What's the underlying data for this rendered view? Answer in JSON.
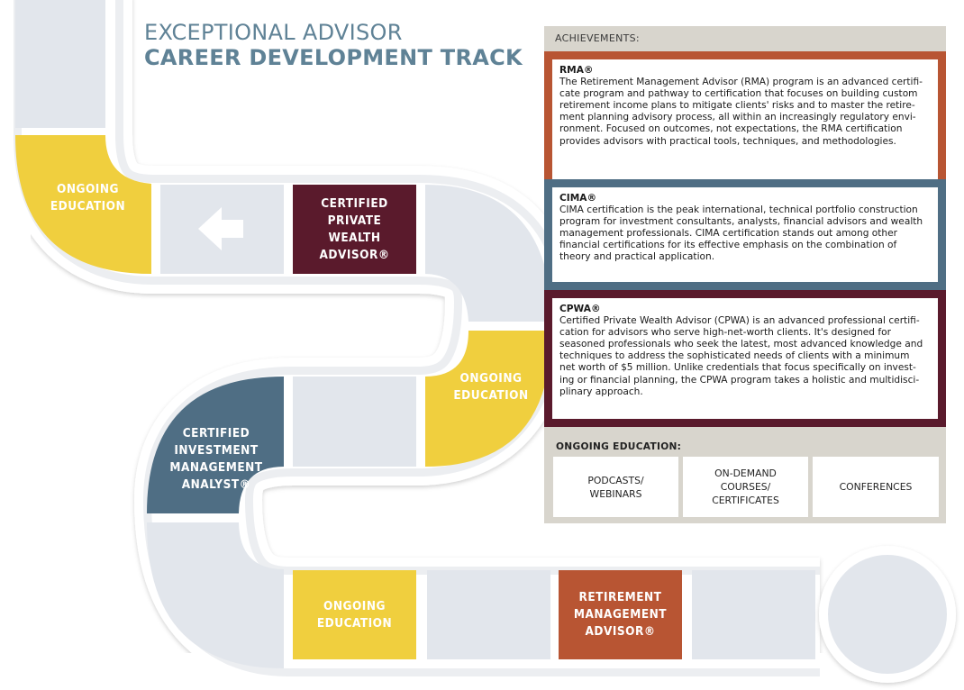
{
  "header": {
    "line1": "EXCEPTIONAL ADVISOR",
    "line2": "CAREER DEVELOPMENT TRACK"
  },
  "colors": {
    "yellow": "#f0cf3e",
    "maroon": "#5a1a2c",
    "slate": "#4f6e84",
    "rust": "#b85533",
    "blank": "#e2e6ec",
    "heading": "#5f8296",
    "panel": "#d8d5cd"
  },
  "track": {
    "ongoing_1": "ONGOING\nEDUCATION",
    "back_arrow_icon": "left-arrow-icon",
    "cpwa": "CERTIFIED\nPRIVATE\nWEALTH\nADVISOR®",
    "ongoing_2": "ONGOING\nEDUCATION",
    "cima": "CERTIFIED\nINVESTMENT\nMANAGEMENT\nANALYST®",
    "ongoing_3": "ONGOING\nEDUCATION",
    "rma": "RETIREMENT\nMANAGEMENT\nADVISOR®"
  },
  "panel": {
    "heading": "ACHIEVEMENTS:",
    "achievements": [
      {
        "title": "RMA®",
        "text": "The Retirement Management Advisor (RMA) program is an advanced certifi-\ncate program and pathway to certification that focuses on building custom\nretirement income plans to mitigate clients' risks and to master the retire-\nment planning advisory process, all within an increasingly regulatory envi-\nronment. Focused on outcomes, not expectations, the RMA certification\nprovides advisors with practical tools, techniques, and methodologies."
      },
      {
        "title": "CIMA®",
        "text": "CIMA certification is the peak international, technical portfolio construction\nprogram for investment consultants, analysts, financial advisors and wealth\nmanagement professionals. CIMA certification stands out among other\nfinancial certifications for its effective emphasis on the combination of\ntheory and practical application."
      },
      {
        "title": "CPWA®",
        "text": "Certified Private Wealth Advisor (CPWA) is an advanced professional certifi-\ncation for advisors who serve high-net-worth clients. It's designed for\nseasoned professionals who seek the latest, most advanced knowledge and\ntechniques to address the sophisticated needs of clients with a minimum\nnet worth of $5 million. Unlike credentials that focus specifically on invest-\ning or financial planning, the CPWA program takes a holistic and multidisci-\nplinary approach."
      }
    ],
    "ongoing_heading": "ONGOING EDUCATION:",
    "ongoing_items": [
      "PODCASTS/\nWEBINARS",
      "ON-DEMAND\nCOURSES/\nCERTIFICATES",
      "CONFERENCES"
    ]
  }
}
